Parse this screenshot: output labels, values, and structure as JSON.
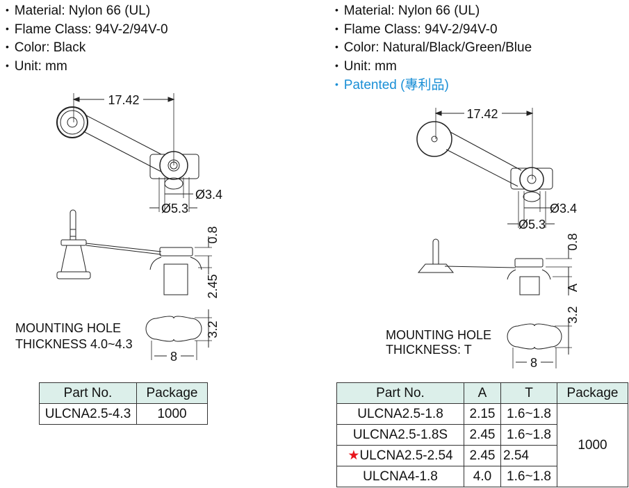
{
  "left": {
    "specs": [
      "Material: Nylon 66 (UL)",
      "Flame Class: 94V-2/94V-0",
      "Color: Black",
      "Unit: mm"
    ],
    "dims": {
      "length": "17.42",
      "d_inner": "Ø3.4",
      "d_outer": "Ø5.3",
      "top_h": "0.8",
      "body_h": "2.45",
      "hole_h": "3.2",
      "hole_w": "8"
    },
    "mounting": [
      "MOUNTING  HOLE",
      "THICKNESS  4.0~4.3"
    ],
    "table": {
      "headers": [
        "Part No.",
        "Package"
      ],
      "rows": [
        [
          "ULCNA2.5-4.3",
          "1000"
        ]
      ]
    }
  },
  "right": {
    "specs": [
      "Material: Nylon 66 (UL)",
      "Flame Class: 94V-2/94V-0",
      "Color: Natural/Black/Green/Blue",
      "Unit: mm"
    ],
    "patented": "Patented (專利品)",
    "dims": {
      "length": "17.42",
      "d_inner": "Ø3.4",
      "d_outer": "Ø5.3",
      "top_h": "0.8",
      "body_h": "A",
      "hole_h": "3.2",
      "hole_w": "8"
    },
    "mounting": [
      "MOUNTING  HOLE",
      "THICKNESS: T"
    ],
    "table": {
      "headers": [
        "Part No.",
        "A",
        "T",
        "Package"
      ],
      "rows": [
        [
          "ULCNA2.5-1.8",
          "2.15",
          "1.6~1.8"
        ],
        [
          "ULCNA2.5-1.8S",
          "2.45",
          "1.6~1.8"
        ],
        [
          "ULCNA2.5-2.54",
          "2.45",
          "2.54"
        ],
        [
          "ULCNA4-1.8",
          "4.0",
          "1.6~1.8"
        ]
      ],
      "package": "1000",
      "star_marker": "★",
      "star_color": "#e8141b"
    }
  }
}
